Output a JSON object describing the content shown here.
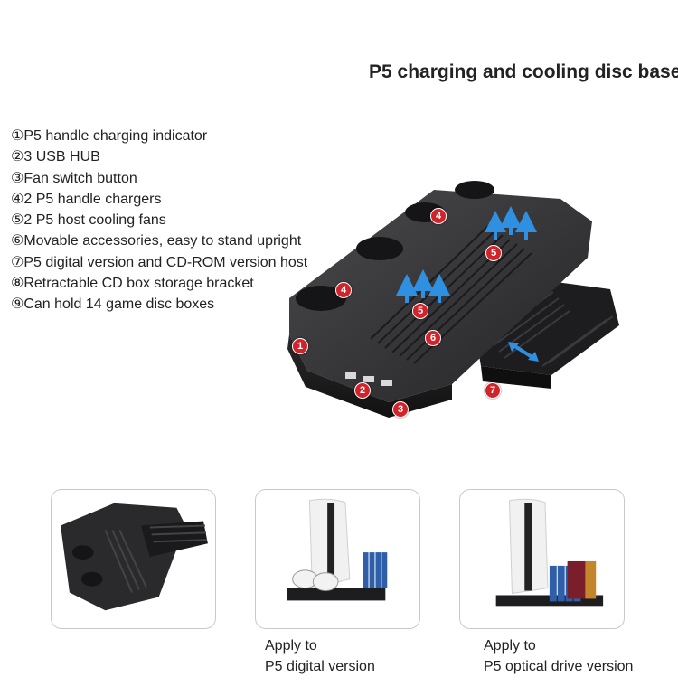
{
  "title": "P5 charging and cooling disc base",
  "features": [
    "①P5 handle charging indicator",
    "②3 USB HUB",
    "③Fan switch button",
    "④2 P5 handle chargers",
    "⑤2 P5 host cooling fans",
    "⑥Movable accessories, easy to stand upright",
    "⑦P5 digital version and CD-ROM version host",
    "⑧Retractable CD box storage bracket",
    "⑨Can hold 14 game disc boxes"
  ],
  "callouts": {
    "c1": "1",
    "c2": "2",
    "c3": "3",
    "c4a": "4",
    "c4b": "4",
    "c5a": "5",
    "c5b": "5",
    "c6": "6",
    "c7": "7"
  },
  "captions": {
    "digital_line1": "Apply to",
    "digital_line2": "P5 digital version",
    "optical_line1": "Apply to",
    "optical_line2": "P5 optical drive version"
  },
  "colors": {
    "callout": "#d2232a",
    "arrow": "#2f8fe0",
    "base": "#2b2b2d"
  }
}
